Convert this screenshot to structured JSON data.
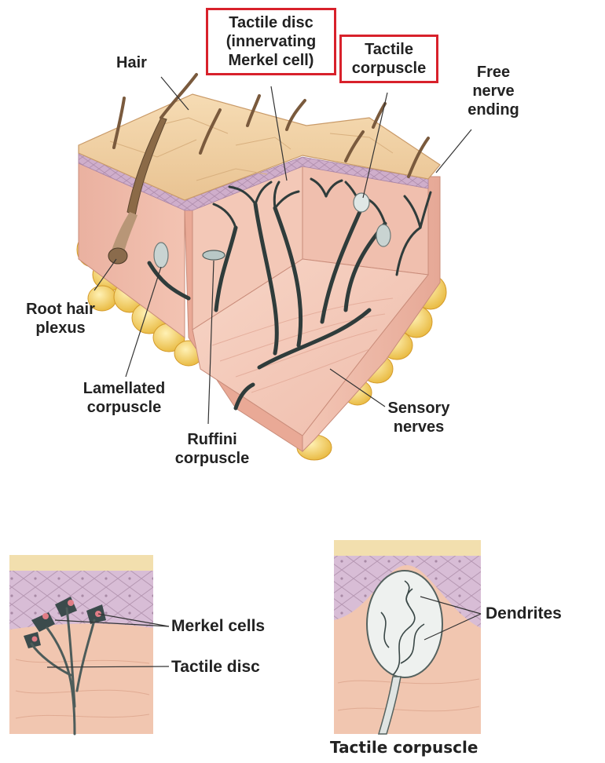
{
  "diagram": {
    "labels": {
      "hair": "Hair",
      "tactile_disc_top": [
        "Tactile disc",
        "(innervating",
        "Merkel cell)"
      ],
      "tactile_corpuscle_top": [
        "Tactile",
        "corpuscle"
      ],
      "free_nerve_ending": [
        "Free",
        "nerve",
        "ending"
      ],
      "root_hair_plexus": [
        "Root hair",
        "plexus"
      ],
      "lamellated_corpuscle": [
        "Lamellated",
        "corpuscle"
      ],
      "ruffini_corpuscle": [
        "Ruffini",
        "corpuscle"
      ],
      "sensory_nerves": [
        "Sensory",
        "nerves"
      ],
      "merkel_cells": "Merkel cells",
      "tactile_disc_bottom": "Tactile disc",
      "dendrites": "Dendrites",
      "tactile_corpuscle_caption": "Tactile corpuscle"
    },
    "highlight_color": "#d8212b",
    "colors": {
      "epidermis_top": "#f1d4a8",
      "dermis": "#f0b9a8",
      "dermis_dark": "#e2a08e",
      "fat": "#f5d46a",
      "nerve": "#2e3b3a",
      "epidermis_cells": "#c9a9c6"
    }
  }
}
